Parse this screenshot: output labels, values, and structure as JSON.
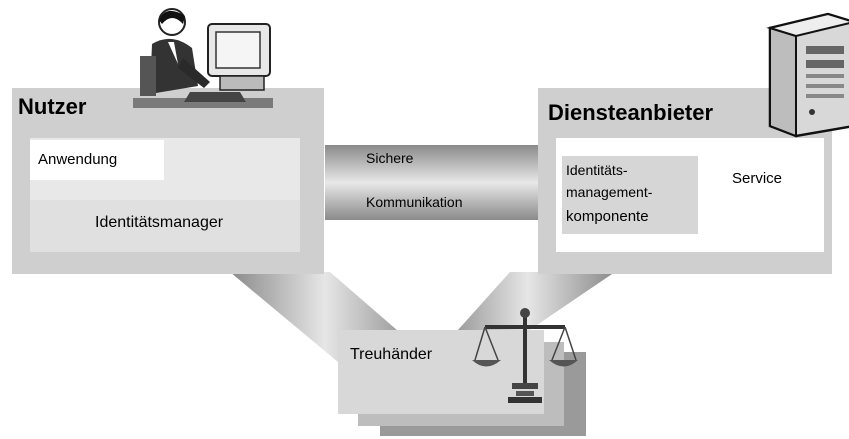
{
  "user_box": {
    "title": "Nutzer",
    "application_label": "Anwendung",
    "identity_manager_label": "Identitätsmanager"
  },
  "provider_box": {
    "title": "Diensteanbieter",
    "idm_component_lines": [
      "Identitäts-",
      "management-",
      "komponente"
    ],
    "service_label": "Service"
  },
  "channel": {
    "line1": "Sichere",
    "line2": "Kommunikation"
  },
  "trustee_box": {
    "label": "Treuhänder"
  },
  "icons": {
    "user": "person-at-computer-icon",
    "server": "server-tower-icon",
    "trustee": "scales-of-justice-icon"
  },
  "colors": {
    "panel": "#cfcfcf",
    "inner_panel": "#e6e6e6",
    "white": "#ffffff",
    "shadow": "#9a9a9a",
    "trustee_panel": "#d8d8d8"
  }
}
